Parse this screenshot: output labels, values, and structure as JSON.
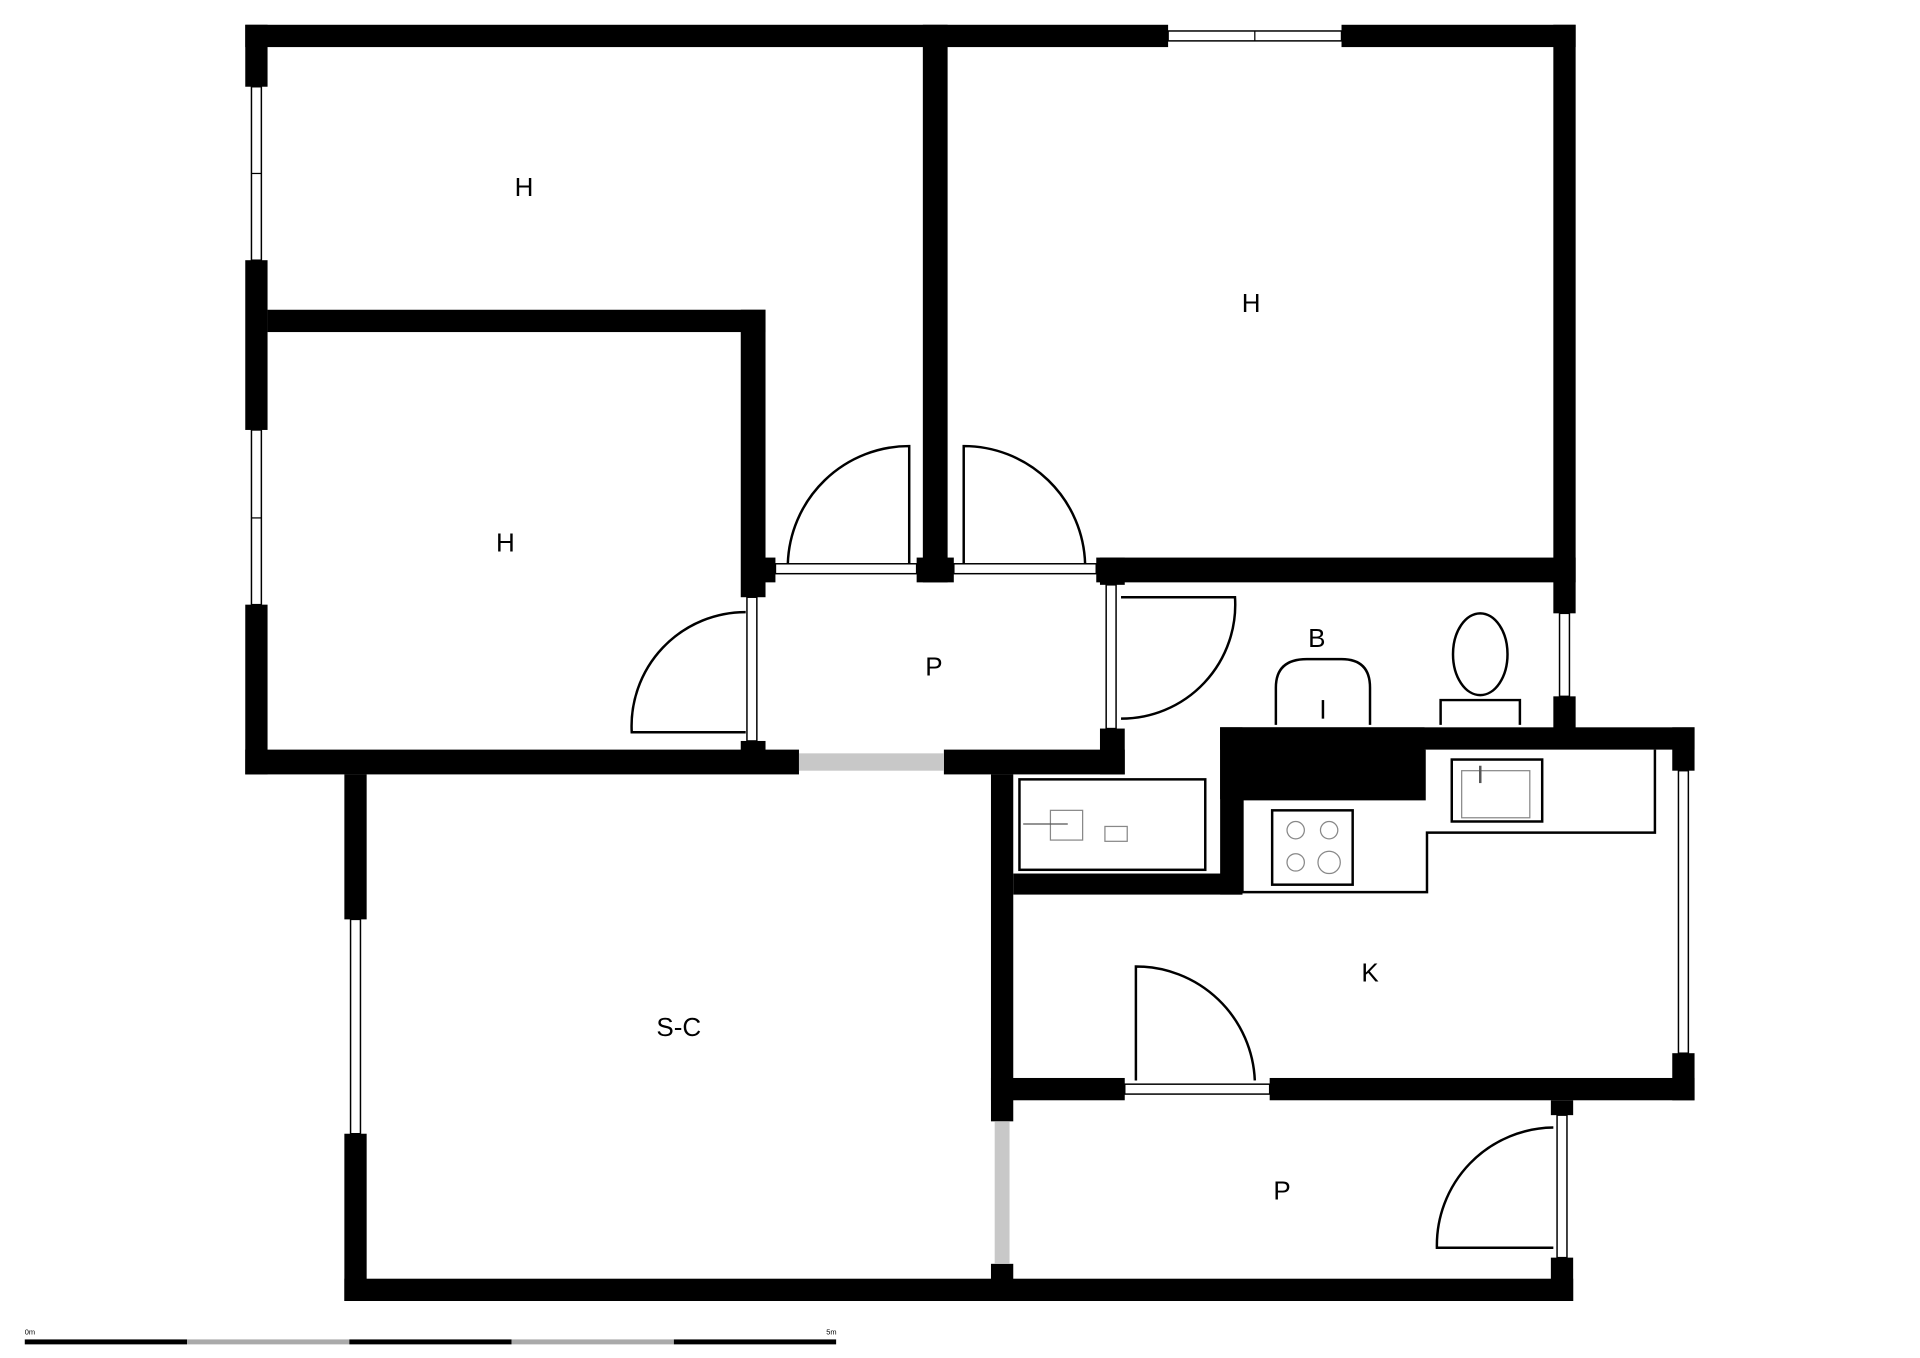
{
  "plan": {
    "rooms": [
      {
        "id": "bedroom-top-left",
        "label": "H"
      },
      {
        "id": "bedroom-top-right",
        "label": "H"
      },
      {
        "id": "bedroom-middle-left",
        "label": "H"
      },
      {
        "id": "hall-upper",
        "label": "P"
      },
      {
        "id": "bathroom",
        "label": "B"
      },
      {
        "id": "living-dining",
        "label": "S-C"
      },
      {
        "id": "kitchen",
        "label": "K"
      },
      {
        "id": "hall-lower",
        "label": "P"
      }
    ],
    "scale_bar": {
      "start_label": "0m",
      "end_label": "5m",
      "segments": 5
    },
    "colors": {
      "wall": "#000000",
      "opening": "#c8c8c8",
      "background": "#ffffff"
    }
  }
}
